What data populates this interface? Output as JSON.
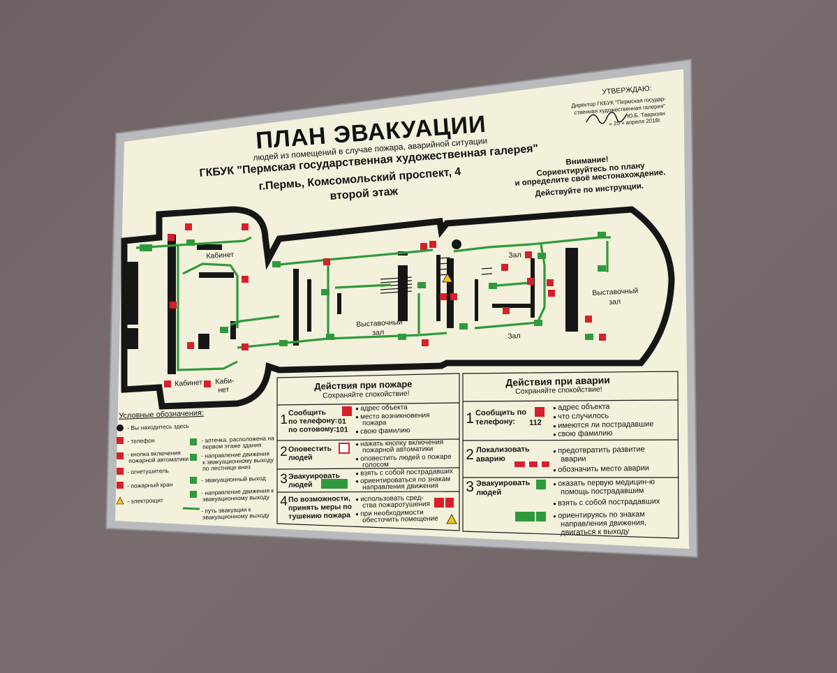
{
  "approval": {
    "heading": "УТВЕРЖДАЮ:",
    "line1": "Директор  ГКБУК \"Пермская государ-",
    "line2": "ственная художественная галерея\"",
    "line3": "Ю.Б. Тавризян",
    "line4": "« 25 » апреля   2018г."
  },
  "header": {
    "title": "ПЛАН ЭВАКУАЦИИ",
    "subtitle": "людей из помещений в случае пожара, аварийной ситуации",
    "org": "ГКБУК \"Пермская государственная художественная галерея\"",
    "address": "г.Пермь, Комсомольский проспект, 4",
    "floor": "второй этаж"
  },
  "attention": {
    "line1": "Внимание!",
    "line2": "Сориентируйтесь по плану",
    "line3": "и определите своё местонахождение.",
    "line4": "Действуйте по инструкции."
  },
  "rooms": {
    "cabinet1": "Кабинет",
    "cabinet2": "Кабинет",
    "cabinet3a": "Каби-",
    "cabinet3b": "нет",
    "hall1a": "Выставочный",
    "hall1b": "зал",
    "hall2": "Зал",
    "hall3": "Зал",
    "hall4a": "Выставочный",
    "hall4b": "зал"
  },
  "legend": {
    "title": "Условные обозначения:",
    "items": [
      "- Вы находитесь здесь",
      "- телефон",
      "- кнопка включения",
      "пожарной автоматики",
      "- огнетушитель",
      "- пожарный кран",
      "- электрощит",
      "- аптечка, расположена на",
      "первом этаже здания",
      "- направление движения",
      "к эвакуационному выходу",
      "по лестнице вниз",
      "- эвакуационный выход",
      "- направление движения к",
      "эвакуационному выходу",
      "- путь эвакуации к",
      "эвакуационному выходу"
    ]
  },
  "fire": {
    "title": "Действия при пожаре",
    "subtitle": "Сохраняйте спокойствие!",
    "s1_num": "1",
    "s1_a": "Сообщить",
    "s1_b": "по телефону:",
    "s1_c": "по сотовому:",
    "s1_p1": "01",
    "s1_p2": "101",
    "s1_i1": "адрес объекта",
    "s1_i2": "место возникновения",
    "s1_i2b": "пожара",
    "s1_i3": "свою фамилию",
    "s2_num": "2",
    "s2_a": "Оповестить",
    "s2_b": "людей",
    "s2_i1": "нажать кнопку включения",
    "s2_i1b": "пожарной автоматики",
    "s2_i2": "оповестить людей о пожаре",
    "s2_i2b": "голосом",
    "s3_num": "3",
    "s3_a": "Эвакуировать",
    "s3_b": "людей",
    "s3_i1": "взять с собой пострадавших",
    "s3_i2": "ориентироваться по знакам",
    "s3_i2b": "направления движения",
    "s4_num": "4",
    "s4_a": "По возможности,",
    "s4_b": "принять меры по",
    "s4_c": "тушению пожара",
    "s4_i1": "использовать сред-",
    "s4_i1b": "ства пожаротушения",
    "s4_i2": "при необходимости",
    "s4_i2b": "обесточить помещение"
  },
  "accident": {
    "title": "Действия при аварии",
    "subtitle": "Сохраняйте спокойствие!",
    "s1_num": "1",
    "s1_a": "Сообщить по",
    "s1_b": "телефону:",
    "s1_p": "112",
    "s1_i1": "адрес объекта",
    "s1_i2": "что случилось",
    "s1_i3": "имеются ли пострадавшие",
    "s1_i4": "свою фамилию",
    "s2_num": "2",
    "s2_a": "Локализовать",
    "s2_b": "аварию",
    "s2_i1": "предотвратить развитие",
    "s2_i1b": "аварии",
    "s2_i2": "обозначить место аварии",
    "s3_num": "3",
    "s3_a": "Эвакуировать",
    "s3_b": "людей",
    "s3_i1": "оказать первую медицин-ю",
    "s3_i1b": "помощь пострадавшим",
    "s3_i2": "взять с собой пострадавших",
    "s3_i3": "ориентируясь по знакам",
    "s3_i3b": "направления движения,",
    "s3_i3c": "двигаться к выходу"
  },
  "colors": {
    "wall": "#bcb8b8",
    "frame": "#b9bbbe",
    "paper": "#f3f1dc",
    "plan_wall": "#151515",
    "route": "#2f9a3c",
    "sign_red": "#d6202a"
  }
}
